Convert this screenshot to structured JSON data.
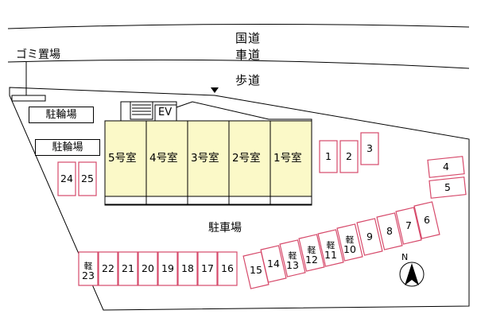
{
  "roads": {
    "national_road": "国道",
    "carriageway": "車道",
    "sidewalk": "歩道"
  },
  "labels": {
    "garbage": "ゴミ置場",
    "bike_parking_1": "駐輪場",
    "bike_parking_2": "駐輪場",
    "elevator": "EV",
    "parking_lot": "駐車場",
    "north": "N"
  },
  "rooms": [
    "5号室",
    "4号室",
    "3号室",
    "2号室",
    "1号室"
  ],
  "parking": {
    "top_right": [
      "1",
      "2",
      "3"
    ],
    "right_side": [
      "4",
      "5"
    ],
    "bike_stalls": [
      "24",
      "25"
    ],
    "bottom_left": [
      "23",
      "22",
      "21",
      "20",
      "19",
      "18",
      "17",
      "16"
    ],
    "bottom_middle": [
      "15",
      "14",
      "13",
      "12",
      "11",
      "10",
      "9",
      "8",
      "7",
      "6"
    ],
    "kei_marker": "軽",
    "kei_slots": [
      "23",
      "13",
      "12",
      "11",
      "10"
    ]
  },
  "colors": {
    "parking_outline": "#d6496a",
    "building_fill": "#fbf9c8",
    "line": "#000000"
  }
}
